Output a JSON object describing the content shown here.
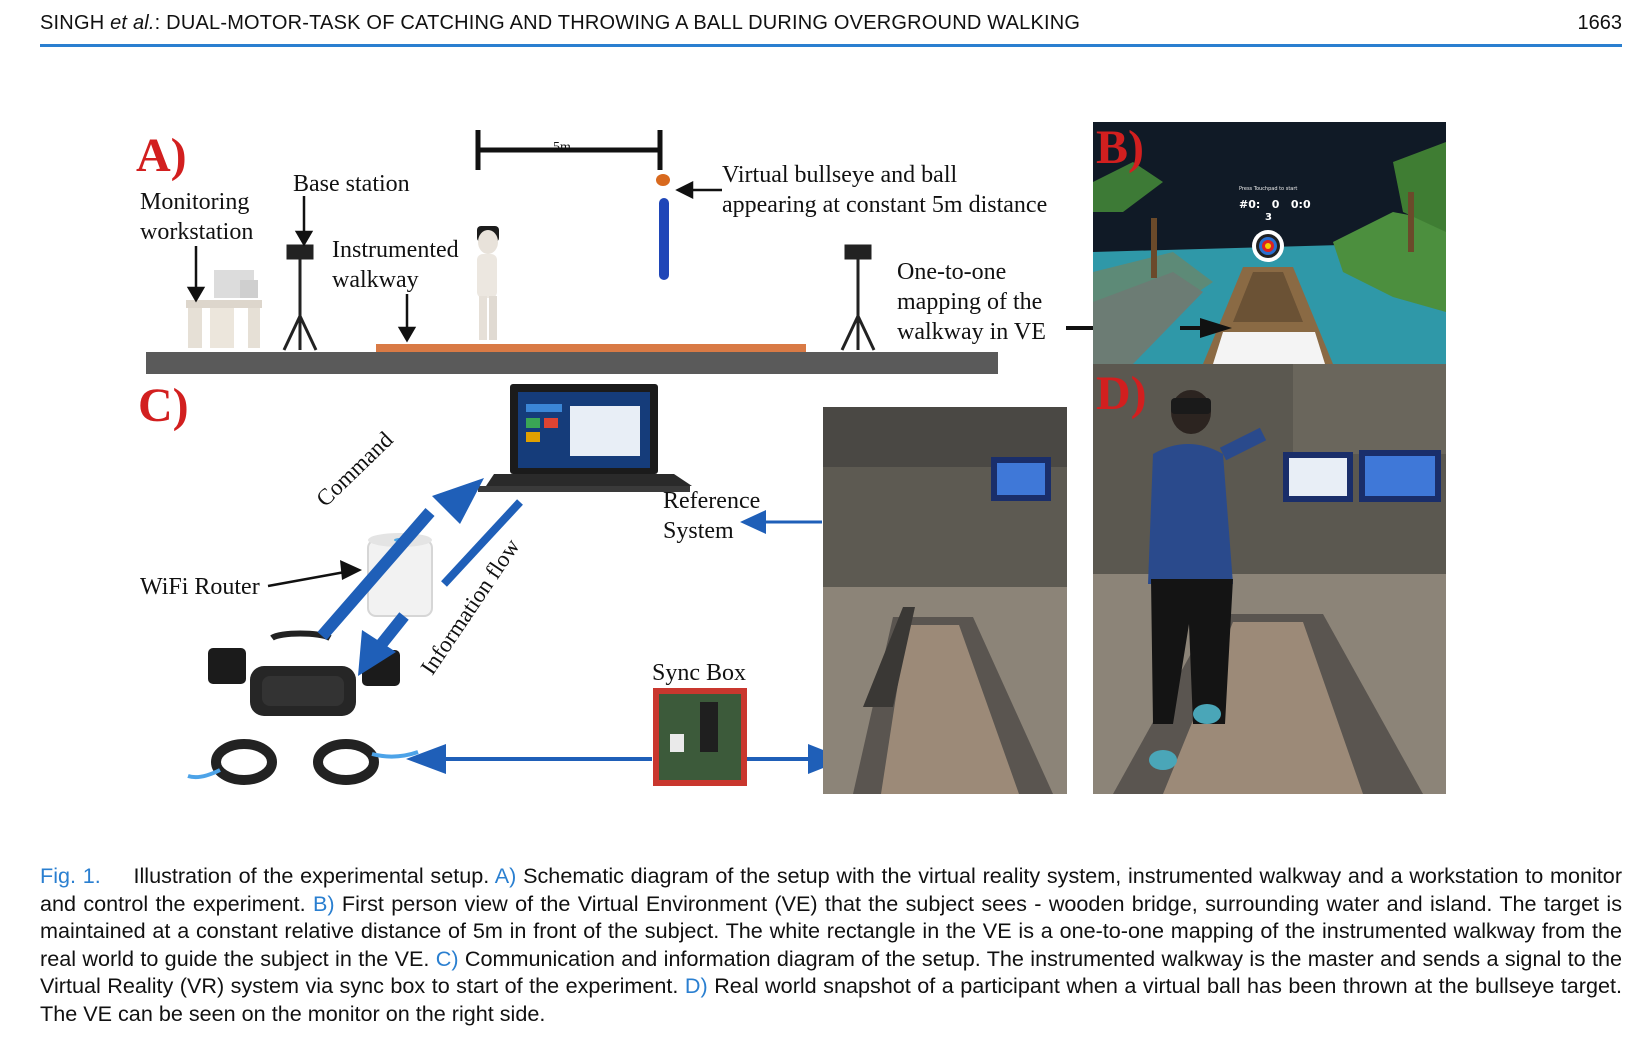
{
  "header": {
    "running_title_author": "SINGH",
    "running_title_etal": "et al.",
    "running_title_rest": ": DUAL-MOTOR-TASK OF CATCHING AND THROWING A BALL DURING OVERGROUND WALKING",
    "page_number": "1663"
  },
  "figure": {
    "panel_a": {
      "letter": "A)",
      "distance_label": "5m",
      "monitoring_workstation": [
        "Monitoring",
        "workstation"
      ],
      "base_station": "Base station",
      "instrumented_walkway": [
        "Instrumented",
        "walkway"
      ],
      "virtual_bullseye": [
        "Virtual bullseye and ball",
        "appearing at constant 5m distance"
      ],
      "mapping": [
        "One-to-one",
        "mapping of the",
        "walkway in VE"
      ]
    },
    "panel_b": {
      "letter": "B)",
      "hud_top": "Press Touchpad to start",
      "hud_score": "#0:   0   0:0",
      "hud_count": "3"
    },
    "panel_c": {
      "letter": "C)",
      "command": "Command",
      "information_flow": "Information flow",
      "wifi_router": "WiFi Router",
      "reference_system": [
        "Reference",
        "System"
      ],
      "sync_box": "Sync Box"
    },
    "panel_d": {
      "letter": "D)"
    },
    "colors": {
      "accent_red": "#d21f1f",
      "arrow_blue": "#1f5fb8",
      "header_blue": "#2a7fd0"
    }
  },
  "caption": {
    "fig_label": "Fig. 1.",
    "intro": "Illustration of the experimental setup.",
    "a_label": "A)",
    "a_text": "Schematic diagram of the setup with the virtual reality system, instrumented walkway and a workstation to monitor and control the experiment.",
    "b_label": "B)",
    "b_text": "First person view of the Virtual Environment (VE) that the subject sees - wooden bridge, surrounding water and island. The target is maintained at a constant relative distance of 5m in front of the subject. The white rectangle in the VE is a one-to-one mapping of the instrumented walkway from the real world to guide the subject in the VE.",
    "c_label": "C)",
    "c_text": "Communication and information diagram of the setup. The instrumented walkway is the master and sends a signal to the Virtual Reality (VR) system via sync box to start of the experiment.",
    "d_label": "D)",
    "d_text": "Real world snapshot of a participant when a virtual ball has been thrown at the bullseye target. The VE can be seen on the monitor on the right side."
  }
}
